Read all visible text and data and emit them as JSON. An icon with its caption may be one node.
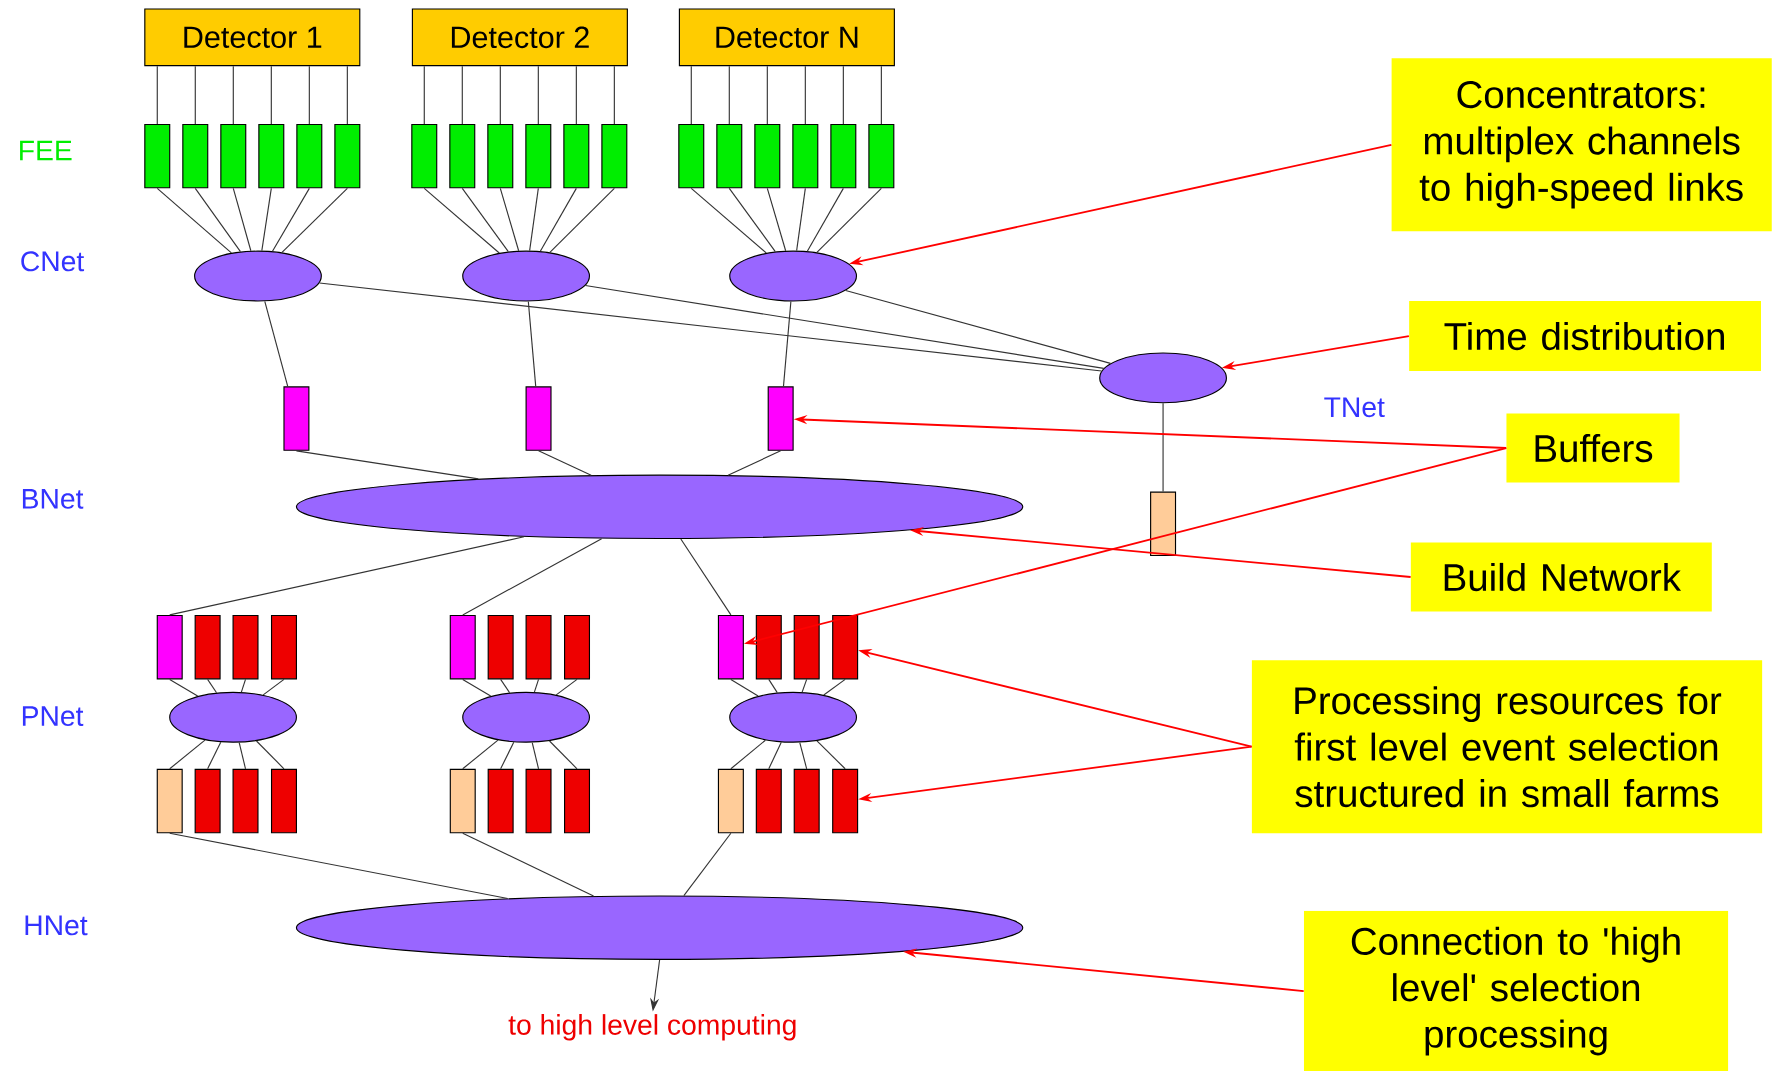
{
  "diagram": {
    "nodes": [
      {
        "text": [
          "Detector 1"
        ]
      },
      {
        "text": [
          "Detector 2"
        ]
      },
      {
        "text": [
          "Detector N"
        ]
      },
      {
        "text": [],
        "shape": "box"
      },
      {
        "text": [],
        "shape": "box"
      },
      {
        "text": [],
        "shape": "box"
      },
      {
        "text": [],
        "shape": "box"
      },
      {
        "text": [],
        "shape": "box"
      },
      {
        "text": [],
        "shape": "box"
      },
      {
        "text": [],
        "shape": "box"
      },
      {
        "text": [],
        "shape": "box"
      },
      {
        "text": [],
        "shape": "box"
      },
      {
        "text": [],
        "shape": "box"
      },
      {
        "text": [],
        "shape": "box"
      },
      {
        "text": [],
        "shape": "box"
      },
      {
        "text": [],
        "shape": "box"
      },
      {
        "text": [],
        "shape": "box"
      },
      {
        "text": [],
        "shape": "box"
      },
      {
        "text": [],
        "shape": "box"
      },
      {
        "text": [],
        "shape": "box"
      },
      {
        "text": [],
        "shape": "box"
      },
      {
        "text": [],
        "shape": "ellipse"
      },
      {
        "text": [],
        "shape": "ellipse"
      },
      {
        "text": [],
        "shape": "ellipse"
      },
      {
        "text": [],
        "shape": "ellipse"
      },
      {
        "text": [],
        "shape": "box"
      },
      {
        "text": [],
        "shape": "box"
      },
      {
        "text": [],
        "shape": "box"
      },
      {
        "text": [],
        "shape": "ellipse"
      },
      {
        "text": [],
        "shape": "box"
      },
      {
        "text": [],
        "shape": "box"
      },
      {
        "text": [],
        "shape": "box"
      },
      {
        "text": [],
        "shape": "box"
      },
      {
        "text": [],
        "shape": "box"
      },
      {
        "text": [],
        "shape": "box"
      },
      {
        "text": [],
        "shape": "box"
      },
      {
        "text": [],
        "shape": "box"
      },
      {
        "text": [],
        "shape": "box"
      },
      {
        "text": [],
        "shape": "box"
      },
      {
        "text": [],
        "shape": "box"
      },
      {
        "text": [],
        "shape": "box"
      },
      {
        "text": [],
        "shape": "box"
      },
      {
        "text": [],
        "shape": "ellipse"
      },
      {
        "text": [],
        "shape": "ellipse"
      },
      {
        "text": [],
        "shape": "ellipse"
      },
      {
        "text": [],
        "shape": "box"
      },
      {
        "text": [],
        "shape": "box"
      },
      {
        "text": [],
        "shape": "box"
      },
      {
        "text": [],
        "shape": "box"
      },
      {
        "text": [],
        "shape": "box"
      },
      {
        "text": [],
        "shape": "box"
      },
      {
        "text": [],
        "shape": "box"
      },
      {
        "text": [],
        "shape": "box"
      },
      {
        "text": [],
        "shape": "box"
      },
      {
        "text": [],
        "shape": "box"
      },
      {
        "text": [],
        "shape": "box"
      },
      {
        "text": [],
        "shape": "box"
      },
      {
        "text": [],
        "shape": "ellipse"
      },
      {
        "text": [
          "to high level computing"
        ]
      },
      {
        "text": [
          "Concentrators: multiplex channels to high-speed links"
        ]
      },
      {
        "text": [
          "Time distribution"
        ]
      },
      {
        "text": [
          "Buffers"
        ]
      },
      {
        "text": [
          "Build Network"
        ]
      },
      {
        "text": [
          "Processing resources for first level event selection structured in small farms"
        ]
      },
      {
        "text": [
          "Connection to 'high level' selection processing"
        ]
      }
    ],
    "edges": [
      {
        "from": 0,
        "to": 3,
        "arrow": "none"
      },
      {
        "from": 0,
        "to": 4,
        "arrow": "none"
      },
      {
        "from": 0,
        "to": 5,
        "arrow": "none"
      },
      {
        "from": 0,
        "to": 6,
        "arrow": "none"
      },
      {
        "from": 0,
        "to": 7,
        "arrow": "none"
      },
      {
        "from": 0,
        "to": 8,
        "arrow": "none"
      },
      {
        "from": 1,
        "to": 9,
        "arrow": "none"
      },
      {
        "from": 1,
        "to": 10,
        "arrow": "none"
      },
      {
        "from": 1,
        "to": 11,
        "arrow": "none"
      },
      {
        "from": 1,
        "to": 12,
        "arrow": "none"
      },
      {
        "from": 1,
        "to": 13,
        "arrow": "none"
      },
      {
        "from": 1,
        "to": 14,
        "arrow": "none"
      },
      {
        "from": 2,
        "to": 15,
        "arrow": "none"
      },
      {
        "from": 2,
        "to": 16,
        "arrow": "none"
      },
      {
        "from": 2,
        "to": 17,
        "arrow": "none"
      },
      {
        "from": 2,
        "to": 18,
        "arrow": "none"
      },
      {
        "from": 2,
        "to": 19,
        "arrow": "none"
      },
      {
        "from": 2,
        "to": 20,
        "arrow": "none"
      },
      {
        "from": 3,
        "to": 21,
        "arrow": "none"
      },
      {
        "from": 4,
        "to": 21,
        "arrow": "none"
      },
      {
        "from": 5,
        "to": 21,
        "arrow": "none"
      },
      {
        "from": 6,
        "to": 21,
        "arrow": "none"
      },
      {
        "from": 7,
        "to": 21,
        "arrow": "none"
      },
      {
        "from": 8,
        "to": 21,
        "arrow": "none"
      },
      {
        "from": 9,
        "to": 22,
        "arrow": "none"
      },
      {
        "from": 10,
        "to": 22,
        "arrow": "none"
      },
      {
        "from": 11,
        "to": 22,
        "arrow": "none"
      },
      {
        "from": 12,
        "to": 22,
        "arrow": "none"
      },
      {
        "from": 13,
        "to": 22,
        "arrow": "none"
      },
      {
        "from": 14,
        "to": 22,
        "arrow": "none"
      },
      {
        "from": 15,
        "to": 23,
        "arrow": "none"
      },
      {
        "from": 16,
        "to": 23,
        "arrow": "none"
      },
      {
        "from": 17,
        "to": 23,
        "arrow": "none"
      },
      {
        "from": 18,
        "to": 23,
        "arrow": "none"
      },
      {
        "from": 19,
        "to": 23,
        "arrow": "none"
      },
      {
        "from": 20,
        "to": 23,
        "arrow": "none"
      },
      {
        "from": 21,
        "to": 24,
        "arrow": "none"
      },
      {
        "from": 22,
        "to": 24,
        "arrow": "none"
      },
      {
        "from": 23,
        "to": 24,
        "arrow": "none"
      },
      {
        "from": 21,
        "to": 25,
        "arrow": "none"
      },
      {
        "from": 22,
        "to": 26,
        "arrow": "none"
      },
      {
        "from": 23,
        "to": 27,
        "arrow": "none"
      },
      {
        "from": 25,
        "to": 28,
        "arrow": "none"
      },
      {
        "from": 26,
        "to": 28,
        "arrow": "none"
      },
      {
        "from": 27,
        "to": 28,
        "arrow": "none"
      },
      {
        "from": 24,
        "to": 29,
        "arrow": "none"
      },
      {
        "from": 28,
        "to": 30,
        "arrow": "none"
      },
      {
        "from": 28,
        "to": 34,
        "arrow": "none"
      },
      {
        "from": 28,
        "to": 38,
        "arrow": "none"
      },
      {
        "from": 30,
        "to": 42,
        "arrow": "none"
      },
      {
        "from": 31,
        "to": 42,
        "arrow": "none"
      },
      {
        "from": 32,
        "to": 42,
        "arrow": "none"
      },
      {
        "from": 33,
        "to": 42,
        "arrow": "none"
      },
      {
        "from": 34,
        "to": 43,
        "arrow": "none"
      },
      {
        "from": 35,
        "to": 43,
        "arrow": "none"
      },
      {
        "from": 36,
        "to": 43,
        "arrow": "none"
      },
      {
        "from": 37,
        "to": 43,
        "arrow": "none"
      },
      {
        "from": 38,
        "to": 44,
        "arrow": "none"
      },
      {
        "from": 39,
        "to": 44,
        "arrow": "none"
      },
      {
        "from": 40,
        "to": 44,
        "arrow": "none"
      },
      {
        "from": 41,
        "to": 44,
        "arrow": "none"
      },
      {
        "from": 42,
        "to": 45,
        "arrow": "none"
      },
      {
        "from": 42,
        "to": 46,
        "arrow": "none"
      },
      {
        "from": 42,
        "to": 47,
        "arrow": "none"
      },
      {
        "from": 42,
        "to": 48,
        "arrow": "none"
      },
      {
        "from": 43,
        "to": 49,
        "arrow": "none"
      },
      {
        "from": 43,
        "to": 50,
        "arrow": "none"
      },
      {
        "from": 43,
        "to": 51,
        "arrow": "none"
      },
      {
        "from": 43,
        "to": 52,
        "arrow": "none"
      },
      {
        "from": 44,
        "to": 53,
        "arrow": "none"
      },
      {
        "from": 44,
        "to": 54,
        "arrow": "none"
      },
      {
        "from": 44,
        "to": 55,
        "arrow": "none"
      },
      {
        "from": 44,
        "to": 56,
        "arrow": "none"
      },
      {
        "from": 45,
        "to": 57,
        "arrow": "none"
      },
      {
        "from": 49,
        "to": 57,
        "arrow": "none"
      },
      {
        "from": 53,
        "to": 57,
        "arrow": "none"
      },
      {
        "from": 57,
        "to": 58,
        "arrow": "to"
      },
      {
        "from": 59,
        "to": 23,
        "arrow": "to",
        "color": "#ff0000"
      },
      {
        "from": 60,
        "to": 24,
        "arrow": "to",
        "color": "#ff0000"
      },
      {
        "from": 61,
        "to": 27,
        "arrow": "to",
        "color": "#ff0000"
      },
      {
        "from": 61,
        "to": 38,
        "arrow": "to",
        "color": "#ff0000"
      },
      {
        "from": 62,
        "to": 28,
        "arrow": "to",
        "color": "#ff0000"
      },
      {
        "from": 63,
        "to": 41,
        "arrow": "to",
        "color": "#ff0000"
      },
      {
        "from": 63,
        "to": 56,
        "arrow": "to",
        "color": "#ff0000"
      },
      {
        "from": 64,
        "to": 57,
        "arrow": "to",
        "color": "#ff0000"
      }
    ],
    "labels": [
      "FEE",
      "CNet",
      "TNet",
      "BNet",
      "PNet",
      "HNet"
    ]
  }
}
